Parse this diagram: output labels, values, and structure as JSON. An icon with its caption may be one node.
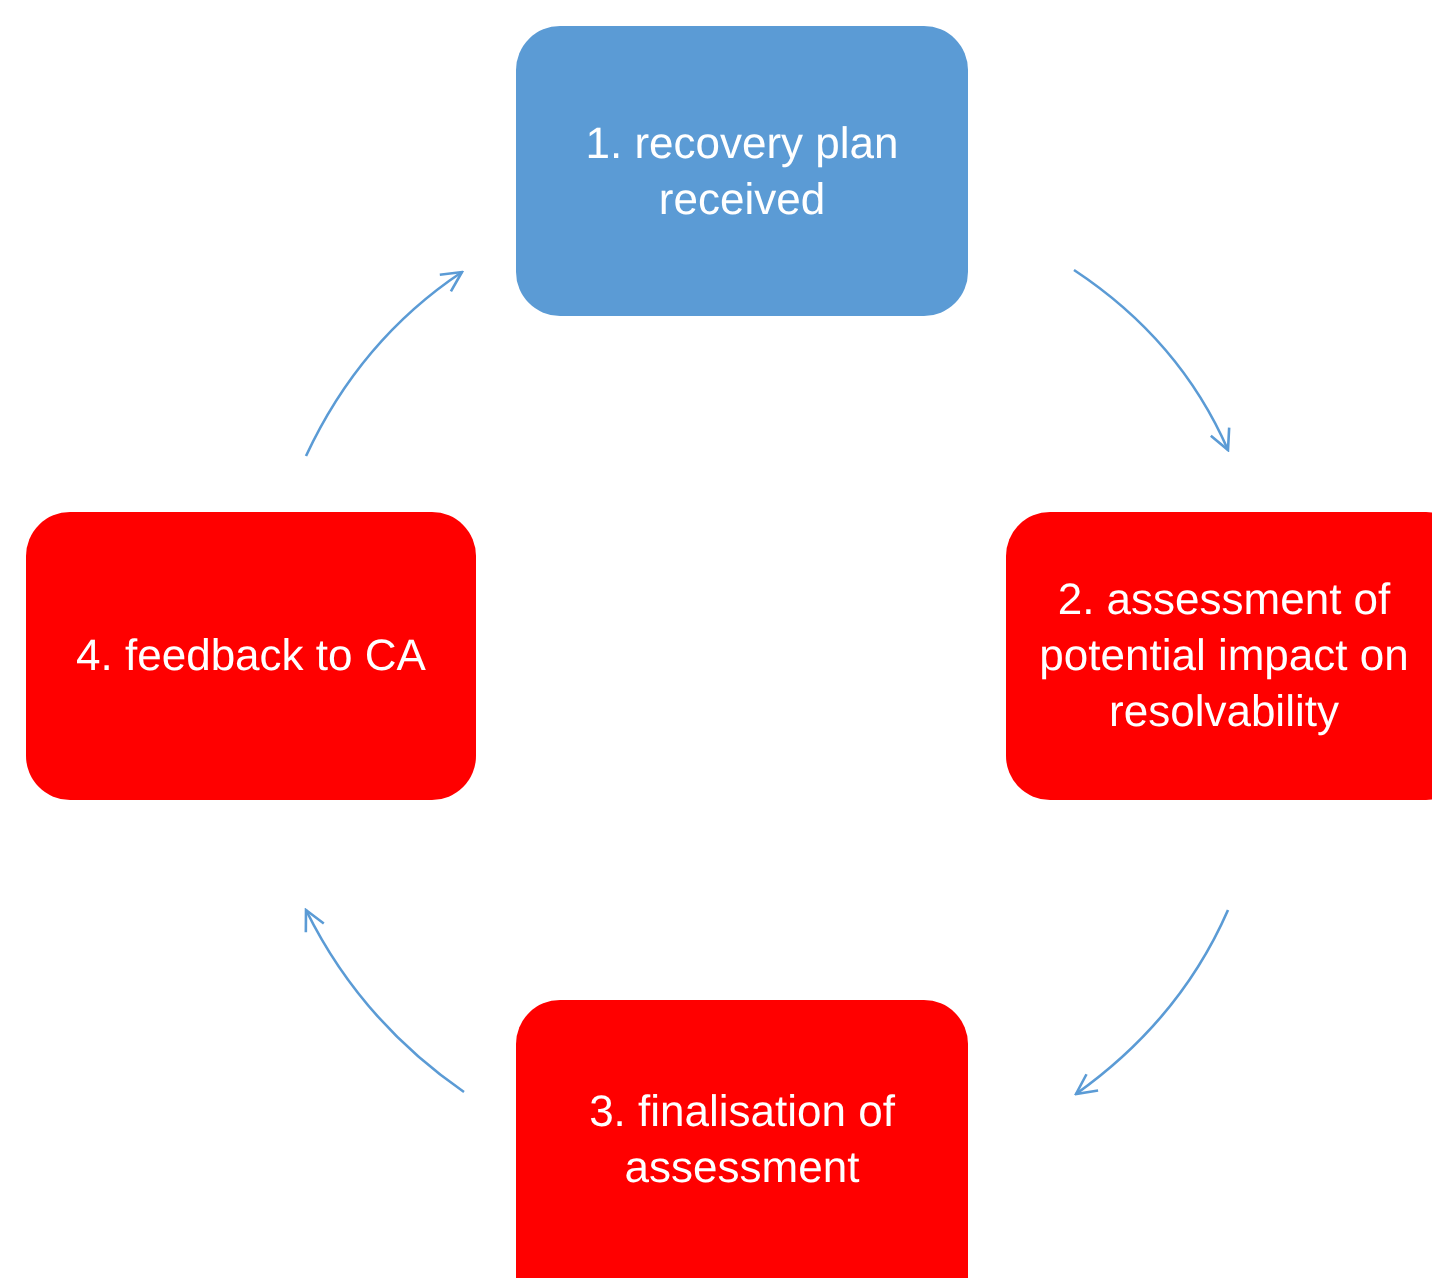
{
  "diagram": {
    "nodes": [
      {
        "text": [
          "1. recovery plan received"
        ]
      },
      {
        "text": [
          "2. assessment of potential impact on resolvability"
        ]
      },
      {
        "text": [
          "3. finalisation of assessment"
        ]
      },
      {
        "text": [
          "4. feedback to CA"
        ]
      }
    ],
    "edges": [
      {
        "from": 0,
        "to": 1,
        "arrow": "to"
      },
      {
        "from": 1,
        "to": 2,
        "arrow": "to"
      },
      {
        "from": 2,
        "to": 3,
        "arrow": "to"
      },
      {
        "from": 3,
        "to": 0,
        "arrow": "to"
      }
    ]
  }
}
